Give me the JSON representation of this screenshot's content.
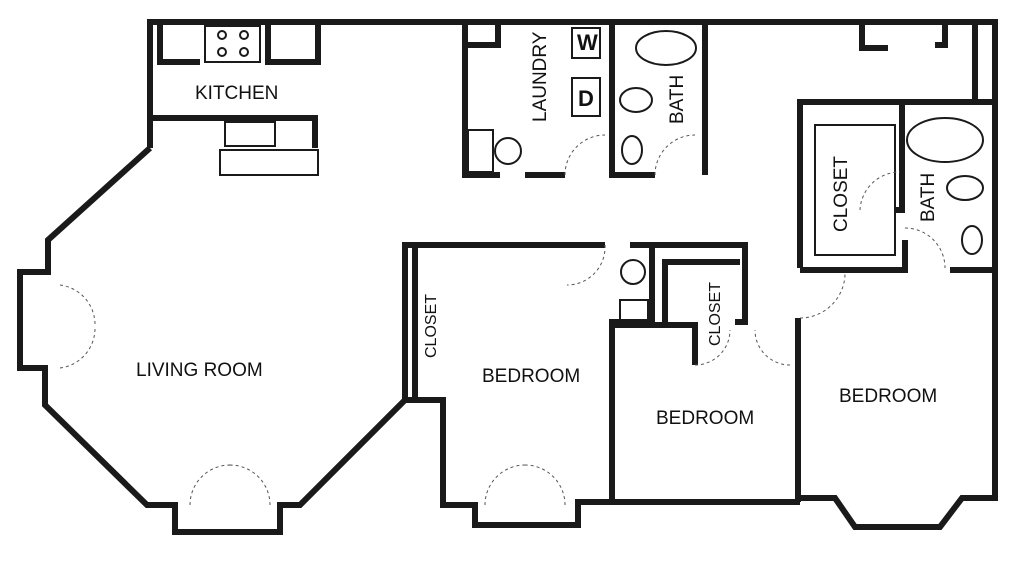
{
  "rooms": {
    "kitchen": "KITCHEN",
    "laundry": "LAUNDRY",
    "washer": "W",
    "dryer": "D",
    "bath1": "BATH",
    "master_closet": "CLOSET",
    "bath2": "BATH",
    "living_room": "LIVING ROOM",
    "closet1": "CLOSET",
    "bedroom1": "BEDROOM",
    "closet2": "CLOSET",
    "bedroom2": "BEDROOM",
    "bedroom3": "BEDROOM"
  }
}
